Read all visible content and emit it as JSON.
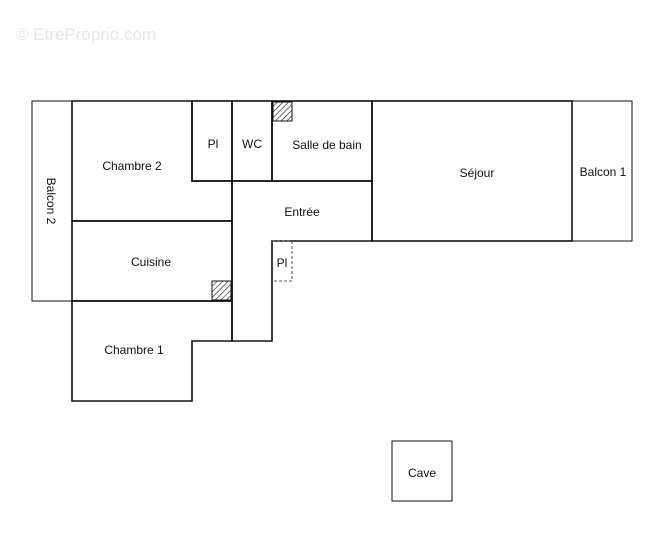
{
  "watermark": "© EtreProprio.com",
  "rooms": {
    "chambre2": "Chambre 2",
    "pl_top": "Pl",
    "wc": "WC",
    "salle_de_bain": "Salle de bain",
    "sejour": "Séjour",
    "balcon1": "Balcon 1",
    "balcon2": "Balcon 2",
    "entree": "Entrée",
    "cuisine": "Cuisine",
    "pl_entree": "Pl",
    "chambre1": "Chambre 1",
    "cave": "Cave"
  }
}
